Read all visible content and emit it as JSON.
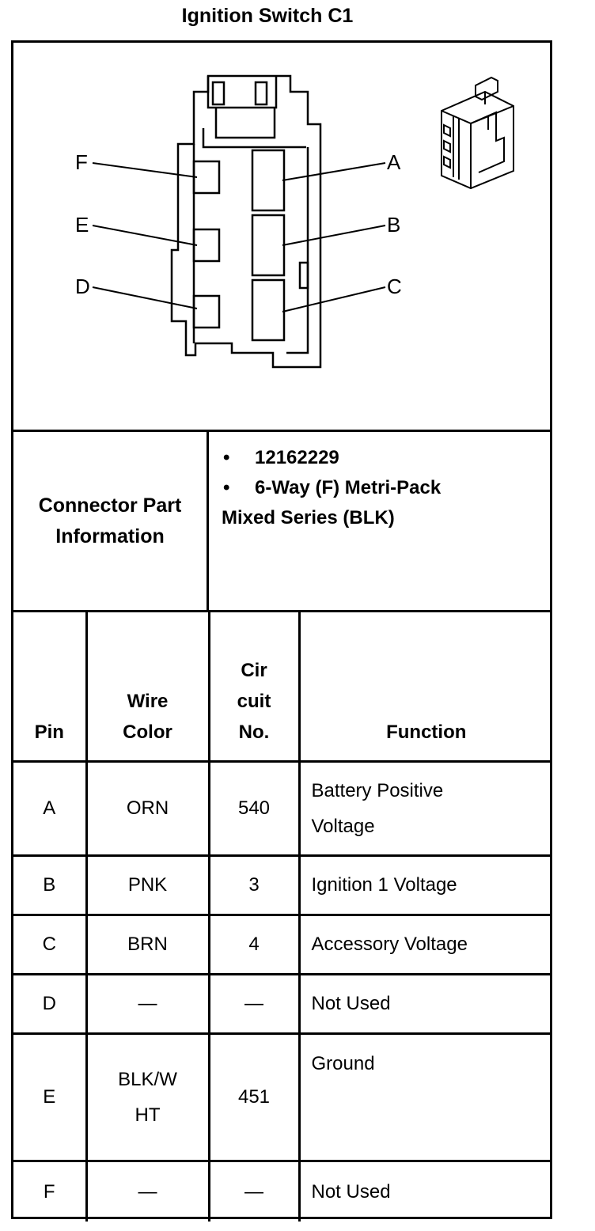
{
  "title": "Ignition Switch C1",
  "diagram": {
    "cavity_labels": [
      "F",
      "E",
      "D",
      "A",
      "B",
      "C"
    ]
  },
  "connector_info": {
    "label_line1": "Connector Part",
    "label_line2": "Information",
    "part_number": "12162229",
    "description_line1": "6-Way (F) Metri-Pack",
    "description_line2": "Mixed Series (BLK)",
    "bullet": "•"
  },
  "table": {
    "headers": {
      "pin": "Pin",
      "wire_line1": "Wire",
      "wire_line2": "Color",
      "circuit_line1": "Cir",
      "circuit_line2": "cuit",
      "circuit_line3": "No.",
      "function": "Function"
    },
    "rows": [
      {
        "pin": "A",
        "wire_color": "ORN",
        "circuit": "540",
        "function_line1": "Battery Positive",
        "function_line2": "Voltage"
      },
      {
        "pin": "B",
        "wire_color": "PNK",
        "circuit": "3",
        "function": "Ignition 1 Voltage"
      },
      {
        "pin": "C",
        "wire_color": "BRN",
        "circuit": "4",
        "function": "Accessory Voltage"
      },
      {
        "pin": "D",
        "wire_color": "—",
        "circuit": "—",
        "function": "Not Used"
      },
      {
        "pin": "E",
        "wire_color_line1": "BLK/W",
        "wire_color_line2": "HT",
        "circuit": "451",
        "function": "Ground"
      },
      {
        "pin": "F",
        "wire_color": "—",
        "circuit": "—",
        "function": "Not Used"
      }
    ]
  }
}
